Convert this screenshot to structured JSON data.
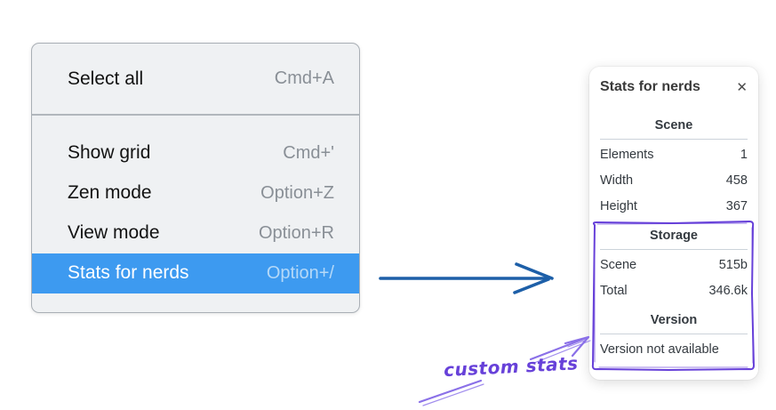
{
  "context_menu": {
    "items": [
      {
        "label": "Select all",
        "shortcut": "Cmd+A",
        "selected": false
      },
      {
        "label": "Show grid",
        "shortcut": "Cmd+'",
        "selected": false
      },
      {
        "label": "Zen mode",
        "shortcut": "Option+Z",
        "selected": false
      },
      {
        "label": "View mode",
        "shortcut": "Option+R",
        "selected": false
      },
      {
        "label": "Stats for nerds",
        "shortcut": "Option+/",
        "selected": true
      }
    ]
  },
  "panel": {
    "title": "Stats for nerds",
    "sections": [
      {
        "heading": "Scene",
        "rows": [
          {
            "label": "Elements",
            "value": "1"
          },
          {
            "label": "Width",
            "value": "458"
          },
          {
            "label": "Height",
            "value": "367"
          }
        ]
      },
      {
        "heading": "Storage",
        "rows": [
          {
            "label": "Scene",
            "value": "515b"
          },
          {
            "label": "Total",
            "value": "346.6k"
          }
        ]
      },
      {
        "heading": "Version",
        "note": "Version not available"
      }
    ]
  },
  "icons": {
    "close": "✕"
  },
  "annotation": {
    "label": "custom stats"
  },
  "colors": {
    "menu_highlight": "#3d9af0",
    "menu_background": "#eff1f3",
    "flow_arrow_blue": "#1d5fa8",
    "annotation_purple": "#6741d9",
    "annotation_arrow_purple": "#8a70e8"
  }
}
